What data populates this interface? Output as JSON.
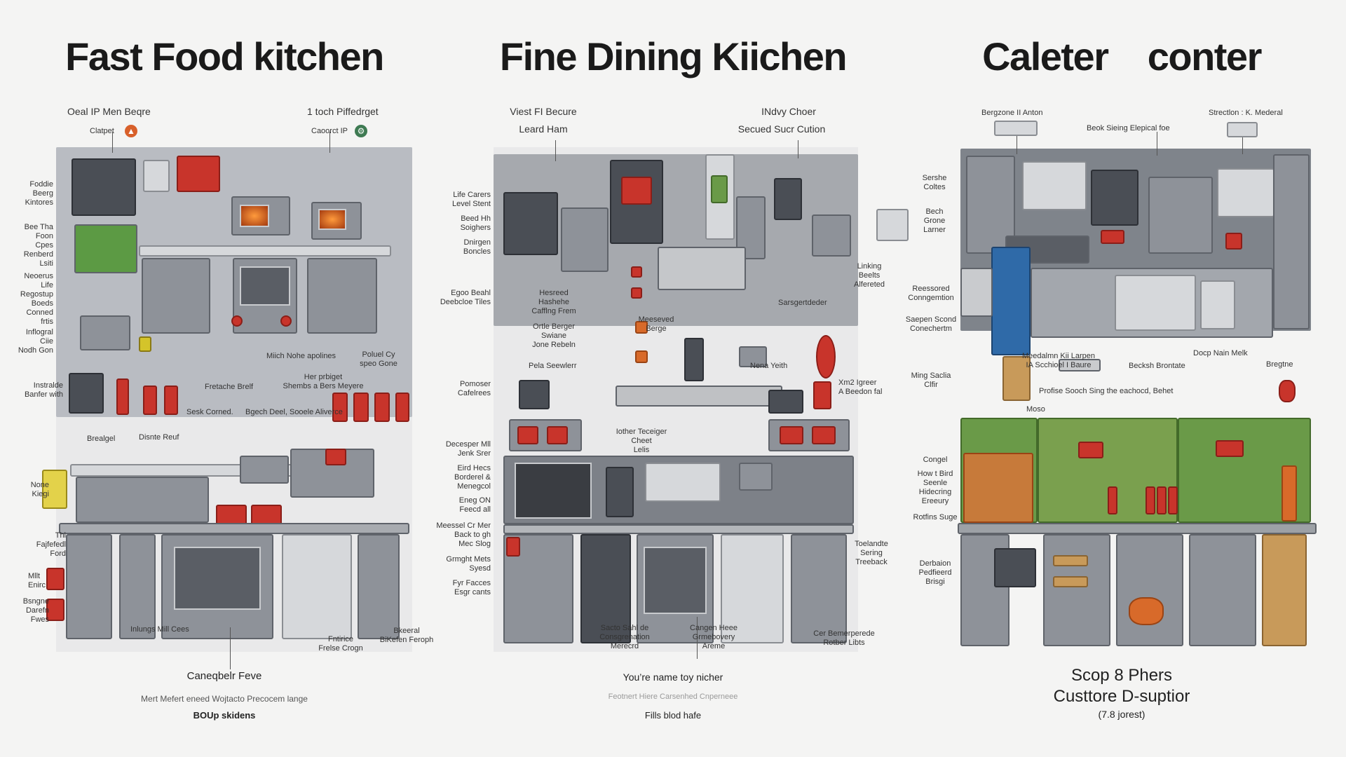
{
  "columns": [
    {
      "title": "Fast Food kitchen",
      "top_left_label": "Oeal IP Men Beqre",
      "top_left_sub": "Clatpet",
      "top_right_label": "1 toch Piffedrget",
      "top_right_sub": "Caoorct IP",
      "left_labels": [
        "Foddie\nBeerg\nKintores",
        "Bee Tha\nFoon\nCpes\nRenberd\nLsiti",
        "Neoerus\nLife\nRegostup\nBoeds\nConned\nfrtis",
        "Inflogral\nCiie\nNodh Gon",
        "Instralde\nBanfer with",
        "None\nKiegi",
        "Thi\nFajfefedl\nFord",
        "Bsngne\nDarefn\nFwes"
      ],
      "right_labels": [
        "Poluel Cy\nspeo Gone"
      ],
      "inner_labels": [
        "Miich Nohe apolines",
        "Fretache Brelf",
        "Her prbiget\nShembs a Bers Meyere",
        "Sesk Corned.",
        "Bgech Deel, Sooele Aliverce",
        "Brealgel",
        "Disnte Reuf",
        "Inlungs Mill Cees",
        "Fntirice\nFrelse Crogn",
        "Bkeeral\nBiKefen Feroph",
        "Mllt\nEnirc"
      ],
      "caption_1": "Caneqbelr Feve",
      "caption_2": "Mert Mefert eneed Wojtacto Precocem lange",
      "caption_3": "BOUp skidens"
    },
    {
      "title": "Fine Dining Kiichen",
      "top_left_label": "Viest FI Becure",
      "top_left_sub": "Leard Ham",
      "top_right_label": "INdvy Choer",
      "top_right_sub": "Secued Sucr Cution",
      "left_labels": [
        "Life Carers\nLevel Stent",
        "Beed Hh\nSoighers",
        "Dnirgen\nBoncles",
        "Egoo Beahl\nDeebcloe Tiles",
        "Pomoser\nCafelrees",
        "Decesper Mll\nJenk Srer",
        "Eird Hecs\nBorderel &\nMenegcol",
        "Eneg ON\nFeecd all",
        "Meessel Cr Mer\nBack to gh\nMec Slog",
        "Grmght Mets\nSyesd",
        "Fyr Facces\nEsgr cants"
      ],
      "right_labels": [
        "Linking\nBeelts\nAlfereted",
        "Sarsgertdeder",
        "Xm2 Igreer\nA Beedon fal",
        "Toelandte\nSering\nTreeback",
        "Cer Bemerperede\nRotber Libts"
      ],
      "inner_labels": [
        "Hesreed\nHashehe\nCafflng Frem",
        "Ortle Berger\nSwiane\nJone Rebeln",
        "Meeseved\nBerge",
        "Pela Seewlerr",
        "Nena Yeith",
        "Iother Teceiger\nCheet\nLelis",
        "Sacto Sahl de\nConsgrenation\nMerecrd",
        "Cangen Heee\nGrmebovery\nAreme"
      ],
      "caption_1": "You’re name toy nicher",
      "caption_2": "Feotnert Hiere Carsenhed Cnperneee",
      "caption_3": "Fills blod hafe"
    },
    {
      "title": "Caleter    conter",
      "top_left_label": "Bergzone II Anton",
      "top_right_label": "Strectlon : K. Mederal",
      "top_center_label": "Beok Sieing Elepical foe",
      "left_labels": [
        "Sershe\nColtes",
        "Bech\nGrone\nLarner",
        "Reessored\nConngemtion",
        "Saepen Scond\nConechertm",
        "Ming Saclia\nClfir",
        "Congel",
        "How t Bird\nSeenle\nHidecring\nEreeury",
        "Rotfins Suge",
        "Derbaion\nPedfieerd\nBrisgi"
      ],
      "right_labels": [
        "Bregtne"
      ],
      "inner_labels": [
        "Meedalmn Kii Larpen\nIA Scchioel I Baure",
        "Docp Nain Melk",
        "Becksh Brontate",
        "Profise Sooch Sing the eachocd, Behet",
        "Moso"
      ],
      "caption_1": "Scop 8 Phers",
      "caption_2": "Custtore D-suptior",
      "caption_3": "(7.8 jorest)"
    }
  ],
  "colors": {
    "red": "#c8342b",
    "steel": "#8e9299",
    "green_panel": "#6a9a48",
    "blue_panel": "#2f6aa8"
  },
  "icons": [
    "fire-icon",
    "gear-icon"
  ]
}
